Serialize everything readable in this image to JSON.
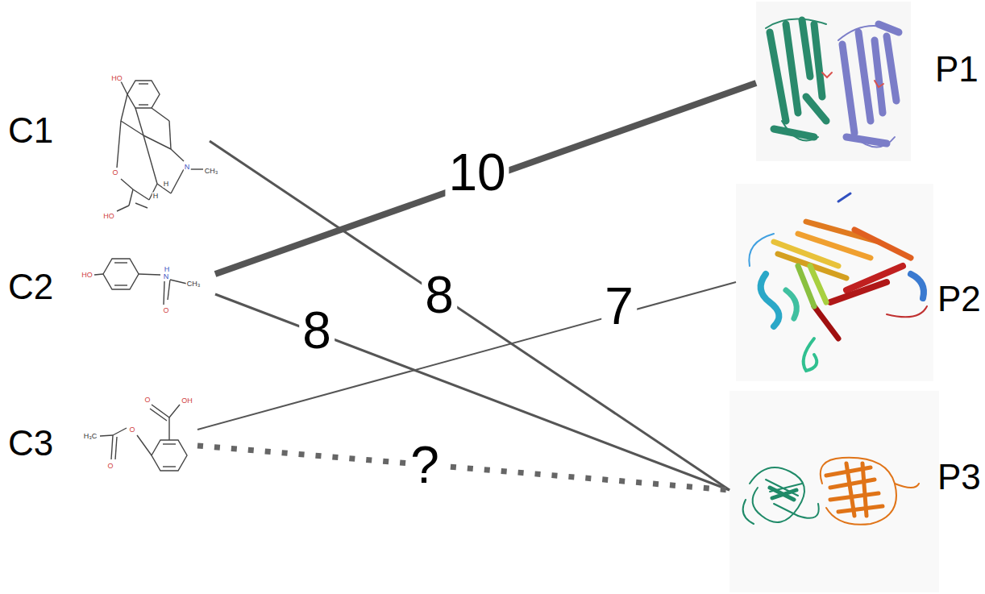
{
  "diagram": {
    "nodes": [
      {
        "text": [
          "C1"
        ]
      },
      {
        "text": [
          "C2"
        ]
      },
      {
        "text": [
          "C3"
        ]
      },
      {
        "text": [
          "P1"
        ]
      },
      {
        "text": [
          "P2"
        ]
      },
      {
        "text": [
          "P3"
        ]
      }
    ],
    "edges": [
      {
        "from": 0,
        "to": 5,
        "label": "8",
        "arrow": "none"
      },
      {
        "from": 1,
        "to": 3,
        "label": "10",
        "arrow": "none"
      },
      {
        "from": 1,
        "to": 5,
        "label": "8",
        "arrow": "none"
      },
      {
        "from": 2,
        "to": 4,
        "label": "7",
        "arrow": "none"
      },
      {
        "from": 2,
        "to": 5,
        "label": "?",
        "arrow": "none"
      }
    ],
    "labels": [
      "HO",
      "O",
      "HO",
      "H",
      "H",
      "N",
      "CH₃",
      "HO",
      "H",
      "N",
      "O",
      "CH₃",
      "O",
      "OH",
      "H₃C",
      "O",
      "O"
    ]
  }
}
